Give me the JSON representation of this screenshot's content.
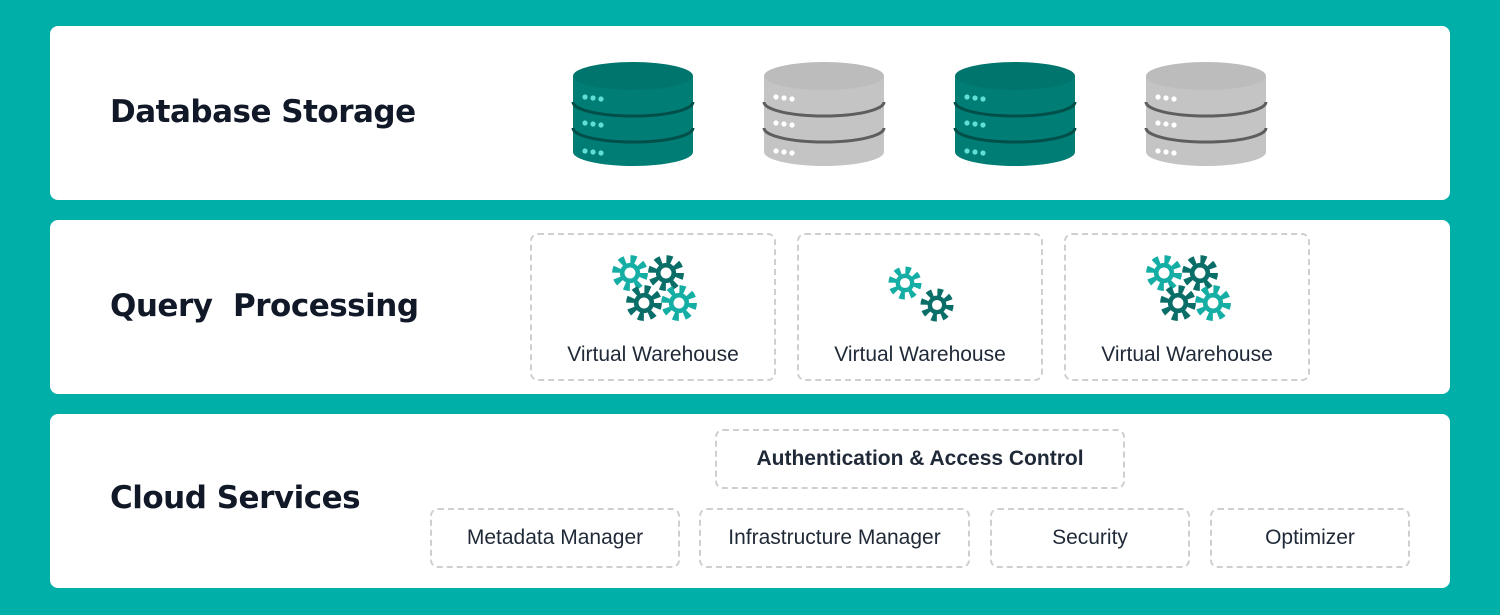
{
  "colors": {
    "background": "#00b0a8",
    "panel": "#ffffff",
    "db_teal": "#007d74",
    "db_grey": "#c4c4c4",
    "gear_light": "#14aea5",
    "gear_dark": "#0a6e68"
  },
  "layers": {
    "storage": {
      "title": "Database Storage",
      "databases": [
        {
          "color": "teal"
        },
        {
          "color": "grey"
        },
        {
          "color": "teal"
        },
        {
          "color": "grey"
        }
      ]
    },
    "query": {
      "title": "Query  Processing",
      "warehouses": [
        {
          "label": "Virtual Warehouse",
          "gear_icon": "four-gears-icon"
        },
        {
          "label": "Virtual Warehouse",
          "gear_icon": "two-gears-icon"
        },
        {
          "label": "Virtual Warehouse",
          "gear_icon": "four-gears-icon"
        }
      ]
    },
    "cloud": {
      "title": "Cloud Services",
      "top_service": "Authentication & Access Control",
      "services": [
        "Metadata Manager",
        "Infrastructure Manager",
        "Security",
        "Optimizer"
      ]
    }
  }
}
